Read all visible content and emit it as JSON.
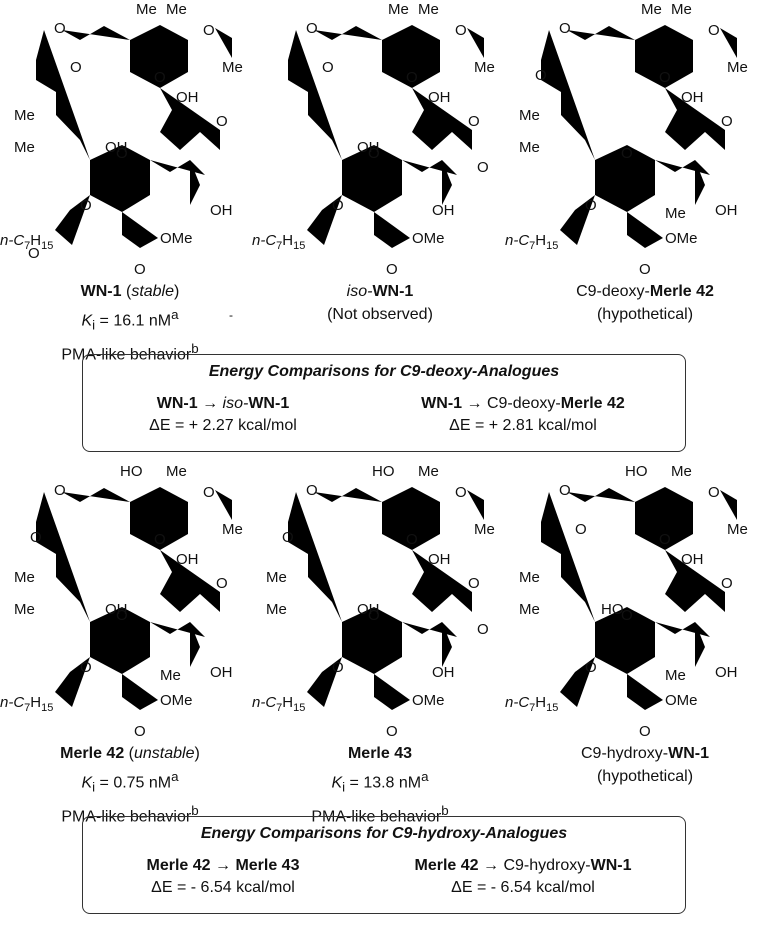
{
  "top_row": [
    {
      "pre": "",
      "name": "WN-1",
      "post": " (",
      "note": "stable",
      "close": ")",
      "ki_label": "K",
      "ki_sub": "i",
      "ki_value": " = 16.1 nM",
      "ki_sup": "a",
      "behavior": "PMA-like behavior",
      "behavior_sup": "b"
    },
    {
      "pre_italic": "iso-",
      "name": "WN-1",
      "line2": "(Not observed)"
    },
    {
      "pre": "C9-deoxy-",
      "name": "Merle 42",
      "line2": "(hypothetical)"
    }
  ],
  "bottom_row": [
    {
      "name": "Merle 42",
      "post": " (",
      "note": "unstable",
      "close": ")",
      "ki_label": "K",
      "ki_sub": "i",
      "ki_value": " = 0.75 nM",
      "ki_sup": "a",
      "behavior": "PMA-like behavior",
      "behavior_sup": "b"
    },
    {
      "name": "Merle 43",
      "ki_label": "K",
      "ki_sub": "i",
      "ki_value": " = 13.8 nM",
      "ki_sup": "a",
      "behavior": "PMA-like behavior",
      "behavior_sup": "b"
    },
    {
      "pre": "C9-hydroxy-",
      "name": "WN-1",
      "line2": "(hypothetical)"
    }
  ],
  "box1": {
    "title": "Energy Comparisons for C9-deoxy-Analogues",
    "left": {
      "from": "WN-1",
      "arrow": " → ",
      "to_italic": "iso-",
      "to": "WN-1",
      "delta": "ΔE = + 2.27 kcal/mol"
    },
    "right": {
      "from": "WN-1",
      "arrow": " → C9-deoxy-",
      "to": "Merle 42",
      "delta": "ΔE = + 2.81 kcal/mol"
    }
  },
  "box2": {
    "title": "Energy Comparisons for C9-hydroxy-Analogues",
    "left": {
      "from": "Merle 42",
      "arrow": " → ",
      "to": "Merle 43",
      "delta": "ΔE = - 6.54 kcal/mol"
    },
    "right": {
      "from": "Merle 42",
      "arrow": " → C9-hydroxy-",
      "to": "WN-1",
      "delta": "ΔE = - 6.54 kcal/mol"
    }
  },
  "atoms": {
    "me": "Me",
    "o": "O",
    "oh": "OH",
    "ho": "HO",
    "ome": "OMe",
    "alkyl_prefix": "n-C",
    "alkyl_sub1": "7",
    "alkyl_h": "H",
    "alkyl_sub2": "15"
  }
}
